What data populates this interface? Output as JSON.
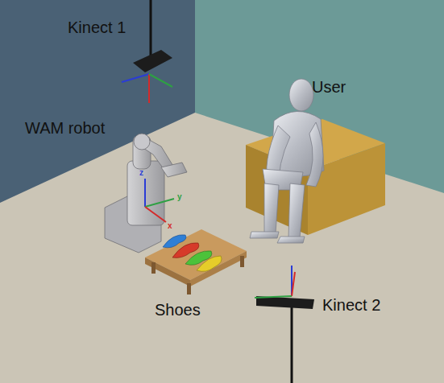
{
  "diagram": {
    "labels": [
      "Kinect 1",
      "User",
      "WAM robot",
      "Shoes",
      "Kinect 2",
      "z",
      "y",
      "x"
    ]
  }
}
